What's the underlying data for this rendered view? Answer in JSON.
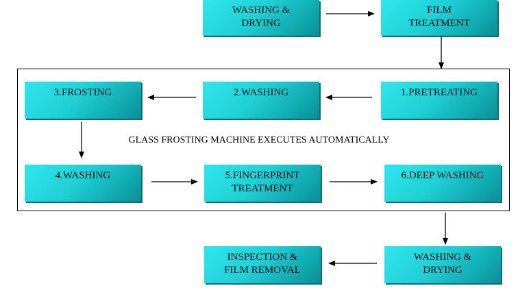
{
  "diagram": {
    "top_steps": {
      "washing_drying": "WASHING &\nDRYING",
      "film_treatment": "FILM\nTREATMENT"
    },
    "machine_steps": {
      "pretreating": "1.PRETREATING",
      "washing": "2.WASHING",
      "frosting": "3.FROSTING",
      "washing_2": "4.WASHING",
      "fingerprint_treatment": "5.FINGERPRINT\nTREATMENT",
      "deep_washing": "6.DEEP WASHING"
    },
    "machine_caption": "GLASS FROSTING MACHINE EXECUTES AUTOMATICALLY",
    "bottom_steps": {
      "washing_drying": "WASHING &\nDRYING",
      "inspection": "INSPECTION &\nFILM REMOVAL"
    },
    "colors": {
      "box_fill": "#1fd0d6",
      "box_shadow": "#0d6f73",
      "line": "#000000"
    }
  }
}
